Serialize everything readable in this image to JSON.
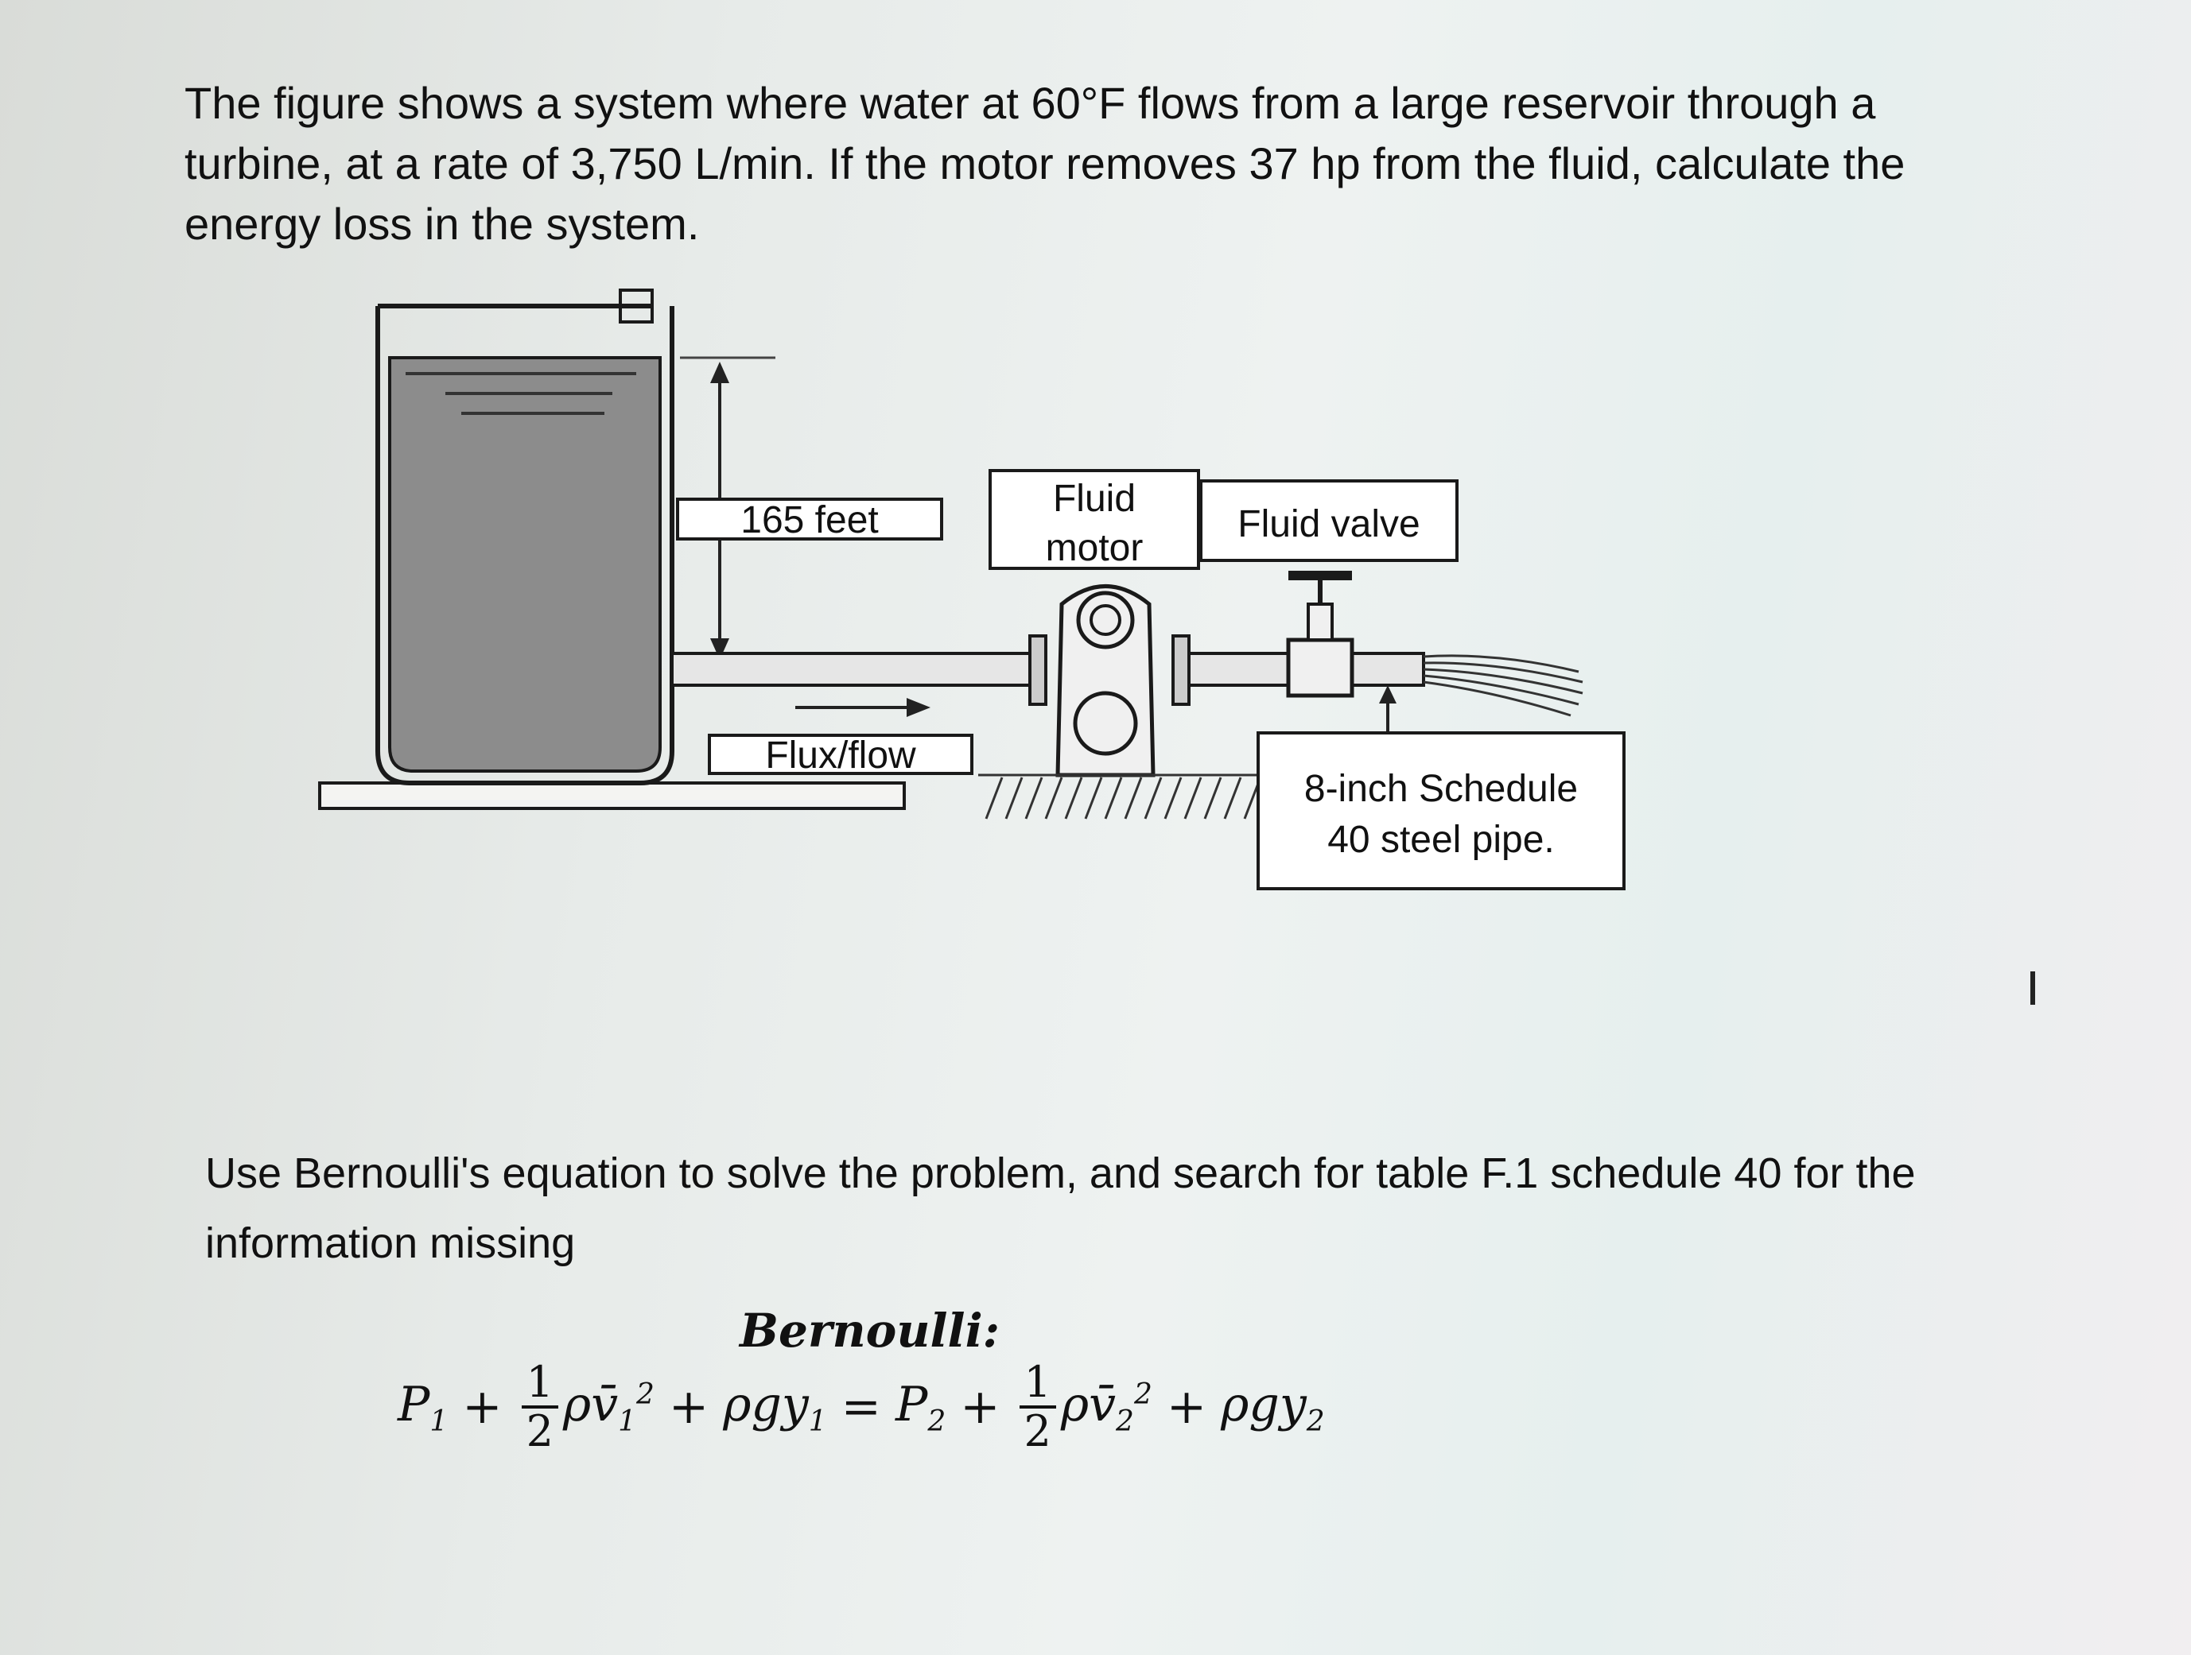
{
  "problem_text": "The figure shows a system where water at 60°F flows from a large reservoir through a turbine, at a rate of 3,750 L/min. If the motor removes 37 hp from the fluid, calculate the energy loss in the system.",
  "diagram": {
    "height_label": "165 feet",
    "flow_label": "Flux/flow",
    "motor_label_line1": "Fluid",
    "motor_label_line2": "motor",
    "valve_label": "Fluid valve",
    "pipe_label_line1": "8-inch Schedule",
    "pipe_label_line2": "40 steel pipe."
  },
  "instruction_text": "Use Bernoulli's equation to solve the problem, and search for table F.1 schedule 40 for the information missing",
  "equation": {
    "title": "Bernoulli:",
    "p1": "P",
    "sub1": "1",
    "plus": "+",
    "half_num": "1",
    "half_den": "2",
    "rho_v": "ρv̄",
    "sq": "2",
    "rho_g_y": "ρgy",
    "equals": "=",
    "p2": "P",
    "sub2": "2"
  },
  "colors": {
    "water": "#8c8c8c",
    "outline": "#1a1a1a"
  }
}
